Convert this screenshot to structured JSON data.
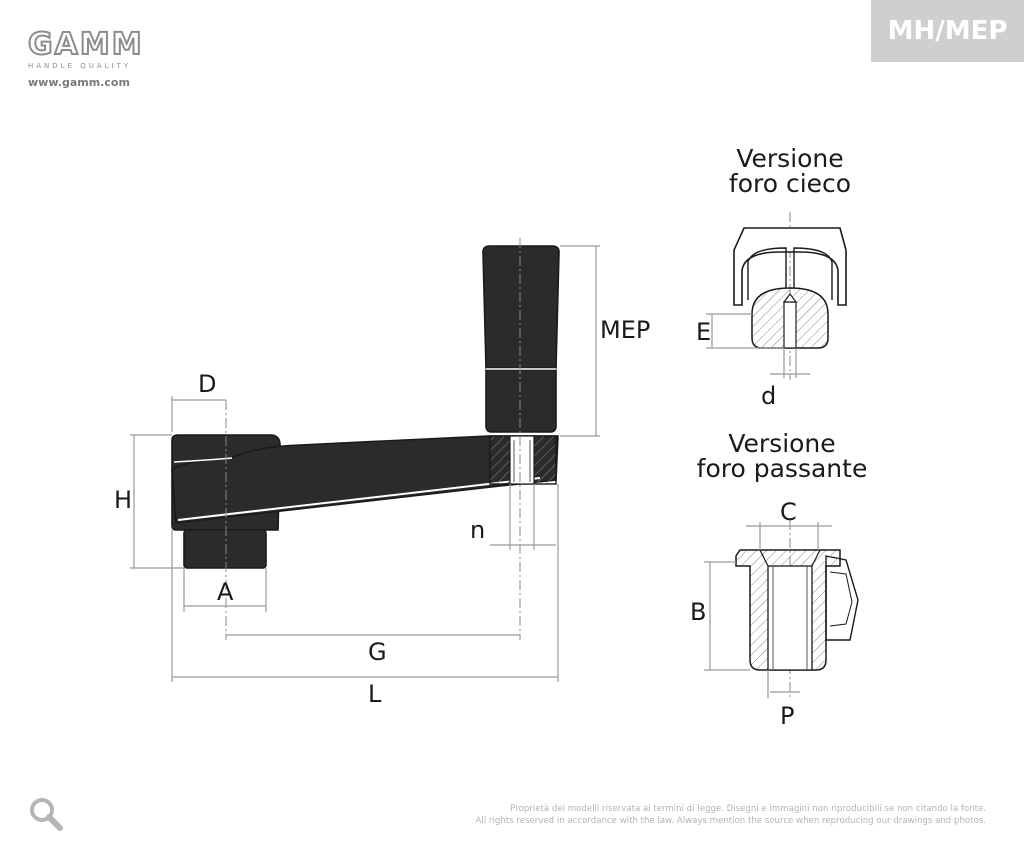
{
  "brand": {
    "logo_text": "GAMM",
    "tagline": "HANDLE QUALITY",
    "website": "www.gamm.com"
  },
  "product_code": "MH/MEP",
  "colors": {
    "badge_bg": "#cfcfcf",
    "line": "#1a1a1a",
    "dimension": "#9a9a9a"
  },
  "views": {
    "blind_hole_title": [
      "Versione",
      "foro cieco"
    ],
    "through_hole_title": [
      "Versione",
      "foro passante"
    ]
  },
  "dimensions": {
    "D": "D",
    "H": "H",
    "A": "A",
    "G": "G",
    "L": "L",
    "n": "n",
    "MEP": "MEP",
    "E": "E",
    "d": "d",
    "C": "C",
    "B": "B",
    "P": "P"
  },
  "icons": {
    "zoom": "magnifier-icon"
  },
  "legal": {
    "it": "Proprietà dei modelli riservata ai termini di legge. Disegni e immagini non riproducibili se non citando la fonte.",
    "en": "All rights reserved in accordance with the law. Always mention the source when reproducing our drawings and photos."
  }
}
